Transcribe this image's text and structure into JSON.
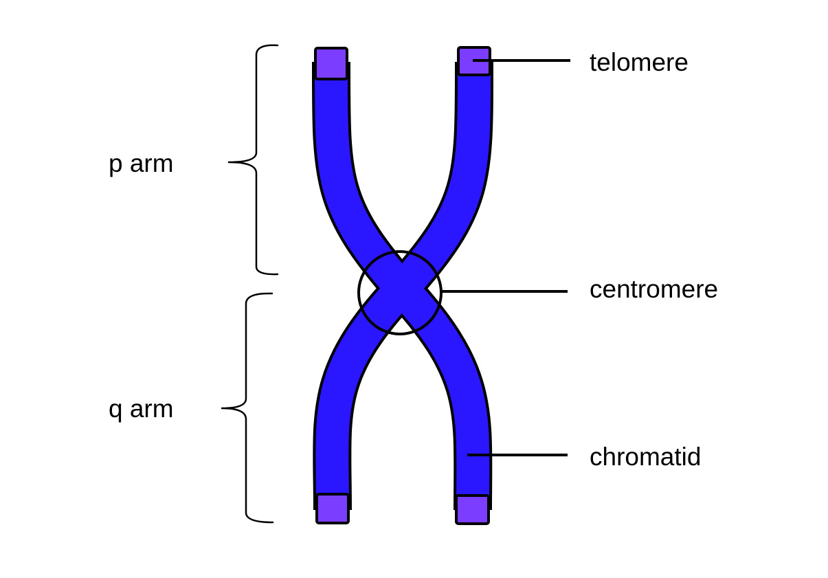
{
  "labels": {
    "p_arm": "p arm",
    "q_arm": "q arm",
    "telomere": "telomere",
    "centromere": "centromere",
    "chromatid": "chromatid"
  },
  "colors": {
    "chromatid": "#2a17ff",
    "telomere": "#7b3dff",
    "outline": "#000000",
    "background": "#ffffff"
  }
}
